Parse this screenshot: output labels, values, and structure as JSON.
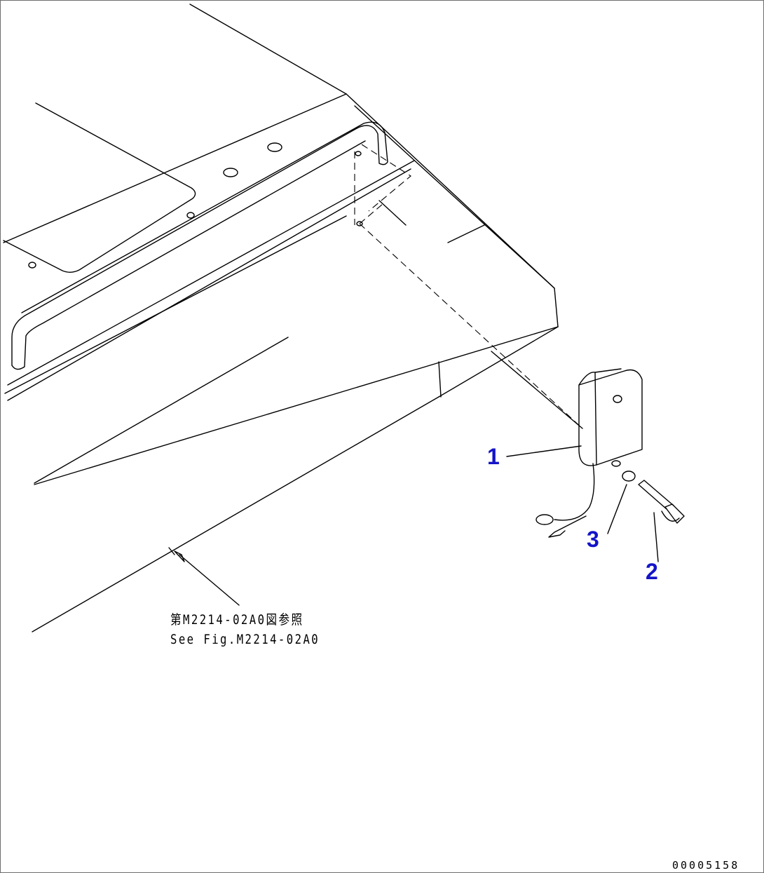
{
  "diagram": {
    "callouts": [
      {
        "id": "1",
        "label": "1"
      },
      {
        "id": "2",
        "label": "2"
      },
      {
        "id": "3",
        "label": "3"
      }
    ],
    "reference": {
      "line_jp": "第M2214-02A0図参照",
      "line_en": "See Fig.M2214-02A0"
    },
    "drawing_code": "00005158",
    "colors": {
      "callout": "#1414c8",
      "line": "#000000",
      "frame": "#6e6e6e"
    }
  }
}
